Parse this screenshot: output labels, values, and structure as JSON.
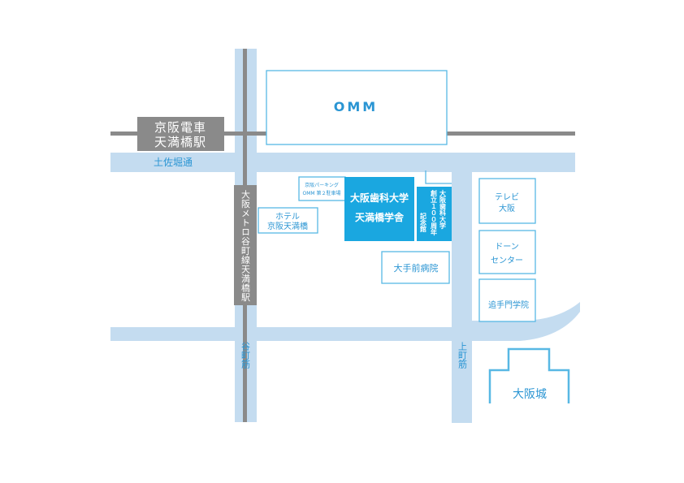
{
  "colors": {
    "road": "#c4dcf0",
    "rail": "#8a8a8a",
    "accent": "#1aa7e0",
    "outline": "#58b8e4",
    "label_blue": "#2a95d3",
    "station_fill": "#8a8a8a",
    "white": "#ffffff"
  },
  "buildings": {
    "omm": "OMM",
    "keihan_station": [
      "京阪電車",
      "天満橋駅"
    ],
    "hotel": [
      "ホテル",
      "京阪天満橋"
    ],
    "parking": [
      "京阪パーキング",
      "OMM 第２駐車場"
    ],
    "osaka_dental": [
      "大阪歯科大学",
      "天満橋学舎"
    ],
    "memorial_hall_line1": "大阪歯科大学",
    "memorial_hall_line2": "創立１００周年",
    "memorial_hall_line3": "記念館",
    "tv_osaka": [
      "テレビ",
      "大阪"
    ],
    "dawn_center": [
      "ドーン",
      "センター"
    ],
    "otemae_hospital": "大手前病院",
    "otemon_gakuin": "追手門学院",
    "osaka_castle": "大阪城"
  },
  "streets": {
    "tosabori": "土佐堀通",
    "tanimachi_suji": "谷町筋",
    "uemachi_suji": "上町筋"
  },
  "stations": {
    "metro_tanimachi": "大阪メトロ谷町線天満橋駅"
  }
}
